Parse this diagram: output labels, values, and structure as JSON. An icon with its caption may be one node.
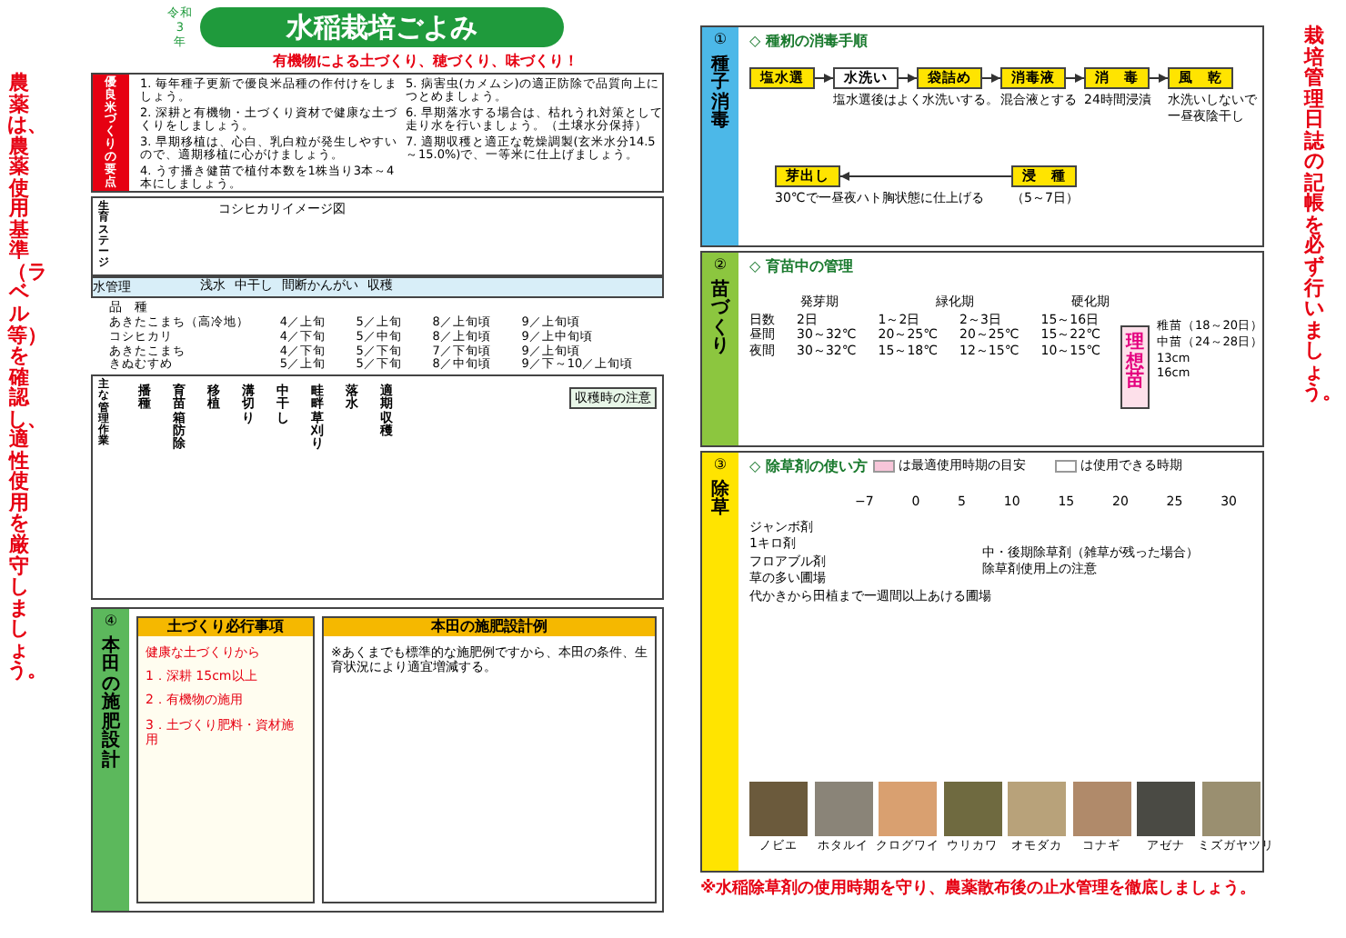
{
  "diagram": {
    "title": "水稲栽培ごよみ",
    "nodes": [
      {
        "text": [
          "優良米づくりの要点",
          "1. 毎年種子更新で優良米品種の作付けをしましょう。",
          "2. 深耕と有機物・土づくり資材で健康な土づくりをしましょう。",
          "3. 早期移植は、心白、乳白粒が発生しやすいので、適期移植に心がけましょう。",
          "4. うす播き健苗で植付本数を1株当り3本～4本にしましょう。",
          "5. 病害虫(カメムシ)の適正防除で品質向上につとめましょう。",
          "6. 早期落水する場合は、枯れうれ対策として走り水を行いましょう。（土壌水分保持）",
          "7. 適期収穫と適正な乾燥調製(玄米水分14.5～15.0%)で、一等米に仕上げましょう。"
        ]
      },
      {
        "text": [
          "生育ステージ"
        ]
      },
      {
        "text": [
          "水管理"
        ]
      },
      {
        "text": [
          "主な管理作業"
        ]
      },
      {
        "text": [
          "④",
          "本田の施肥設計"
        ]
      },
      {
        "text": [
          "土づくり必行事項",
          "健康な土づくりから",
          "1．深耕 15cm以上",
          "2．有機物の施用",
          "3．土づくり肥料・資材施用"
        ],
        "in": 4
      },
      {
        "text": [
          "本田の施肥設計例",
          "※あくまでも標準的な施肥例ですから、本田の条件、生育状況により適宜増減する。"
        ],
        "in": 4
      },
      {
        "text": [
          "①",
          "種子消毒",
          "◇ 種籾の消毒手順"
        ]
      },
      {
        "text": [
          "塩水選"
        ],
        "in": 7
      },
      {
        "text": [
          "水洗い"
        ],
        "in": 7,
        "beside": [
          "塩水選後はよく水洗いする。"
        ]
      },
      {
        "text": [
          "袋詰め"
        ],
        "in": 7
      },
      {
        "text": [
          "消毒液"
        ],
        "in": 7,
        "beside": [
          "混合液とする"
        ]
      },
      {
        "text": [
          "消　毒"
        ],
        "in": 7,
        "beside": [
          "24時間浸漬"
        ]
      },
      {
        "text": [
          "風　乾"
        ],
        "in": 7,
        "beside": [
          "水洗いしないで",
          "一昼夜陰干し"
        ]
      },
      {
        "text": [
          "浸　種"
        ],
        "in": 7,
        "beside": [
          "（5～7日）"
        ]
      },
      {
        "text": [
          "芽出し"
        ],
        "in": 7,
        "beside": [
          "30℃で一昼夜ハト胸状態に仕上げる"
        ]
      },
      {
        "text": [
          "②",
          "苗づくり",
          "◇ 育苗中の管理"
        ]
      },
      {
        "text": [
          "理想苗"
        ],
        "in": 16
      },
      {
        "text": [
          "③",
          "除草",
          "◇ 除草剤の使い方"
        ]
      },
      {
        "text": [
          "収穫時の注意"
        ],
        "in": 3
      }
    ],
    "edges": [
      {
        "from": 8,
        "to": 9,
        "arrow": "to"
      },
      {
        "from": 9,
        "to": 10,
        "arrow": "to"
      },
      {
        "from": 10,
        "to": 11,
        "arrow": "to"
      },
      {
        "from": 11,
        "to": 12,
        "arrow": "to"
      },
      {
        "from": 12,
        "to": 13,
        "arrow": "to"
      },
      {
        "from": 14,
        "to": 15,
        "arrow": "to"
      }
    ],
    "labels": [
      "令和",
      "3",
      "年",
      "有機物による土づくり、穂づくり、味づくり！",
      "農薬は、農薬使用基準（ラベル等）を確認し、適性使用を厳守しましょう。",
      "栽培管理日誌の記帳を必ず行いましょう。",
      "※水稲除草剤の使用時期を守り、農薬散布後の止水管理を徹底しましょう。",
      "コシヒカリイメージ図",
      "浅水",
      "中干し",
      "間断かんがい",
      "収穫",
      "品　種",
      "あきたこまち（高冷地）",
      "4／上旬",
      "5／上旬",
      "8／上旬頃",
      "9／上旬頃",
      "コシヒカリ",
      "4／下旬",
      "5／中旬",
      "8／上旬頃",
      "9／上中旬頃",
      "あきたこまち",
      "4／下旬",
      "5／下旬",
      "7／下旬頃",
      "9／上旬頃",
      "きぬむすめ",
      "5／上旬",
      "5／下旬",
      "8／中旬頃",
      "9／下～10／上旬頃",
      "播種",
      "育苗箱防除",
      "移植",
      "溝切り",
      "中干し",
      "畦畔草刈り",
      "落水",
      "適期収穫",
      "発芽期",
      "緑化期",
      "硬化期",
      "日数",
      "2日",
      "1～2日",
      "2～3日",
      "15～16日",
      "昼間",
      "30～32℃",
      "20～25℃",
      "20～25℃",
      "15～22℃",
      "夜間",
      "30～32℃",
      "15～18℃",
      "12～15℃",
      "10～15℃",
      "稚苗（18～20日）",
      "中苗（24～28日）",
      "13cm",
      "16cm",
      "ジャンボ剤",
      "1キロ剤",
      "フロアブル剤",
      "草の多い圃場",
      "代かきから田植まで一週間以上あける圃場",
      "−7",
      "0",
      "5",
      "10",
      "15",
      "20",
      "25",
      "30",
      "中・後期除草剤（雑草が残った場合）",
      "除草剤使用上の注意",
      "ノビエ",
      "ホタルイ",
      "クログワイ",
      "ウリカワ",
      "オモダカ",
      "コナギ",
      "アゼナ",
      "ミズガヤツリ"
    ],
    "legend": [
      {
        "text": "は最適使用時期の目安",
        "color": "#f7c5d9"
      },
      {
        "text": "は使用できる時期",
        "color": "#ffffff"
      }
    ]
  }
}
